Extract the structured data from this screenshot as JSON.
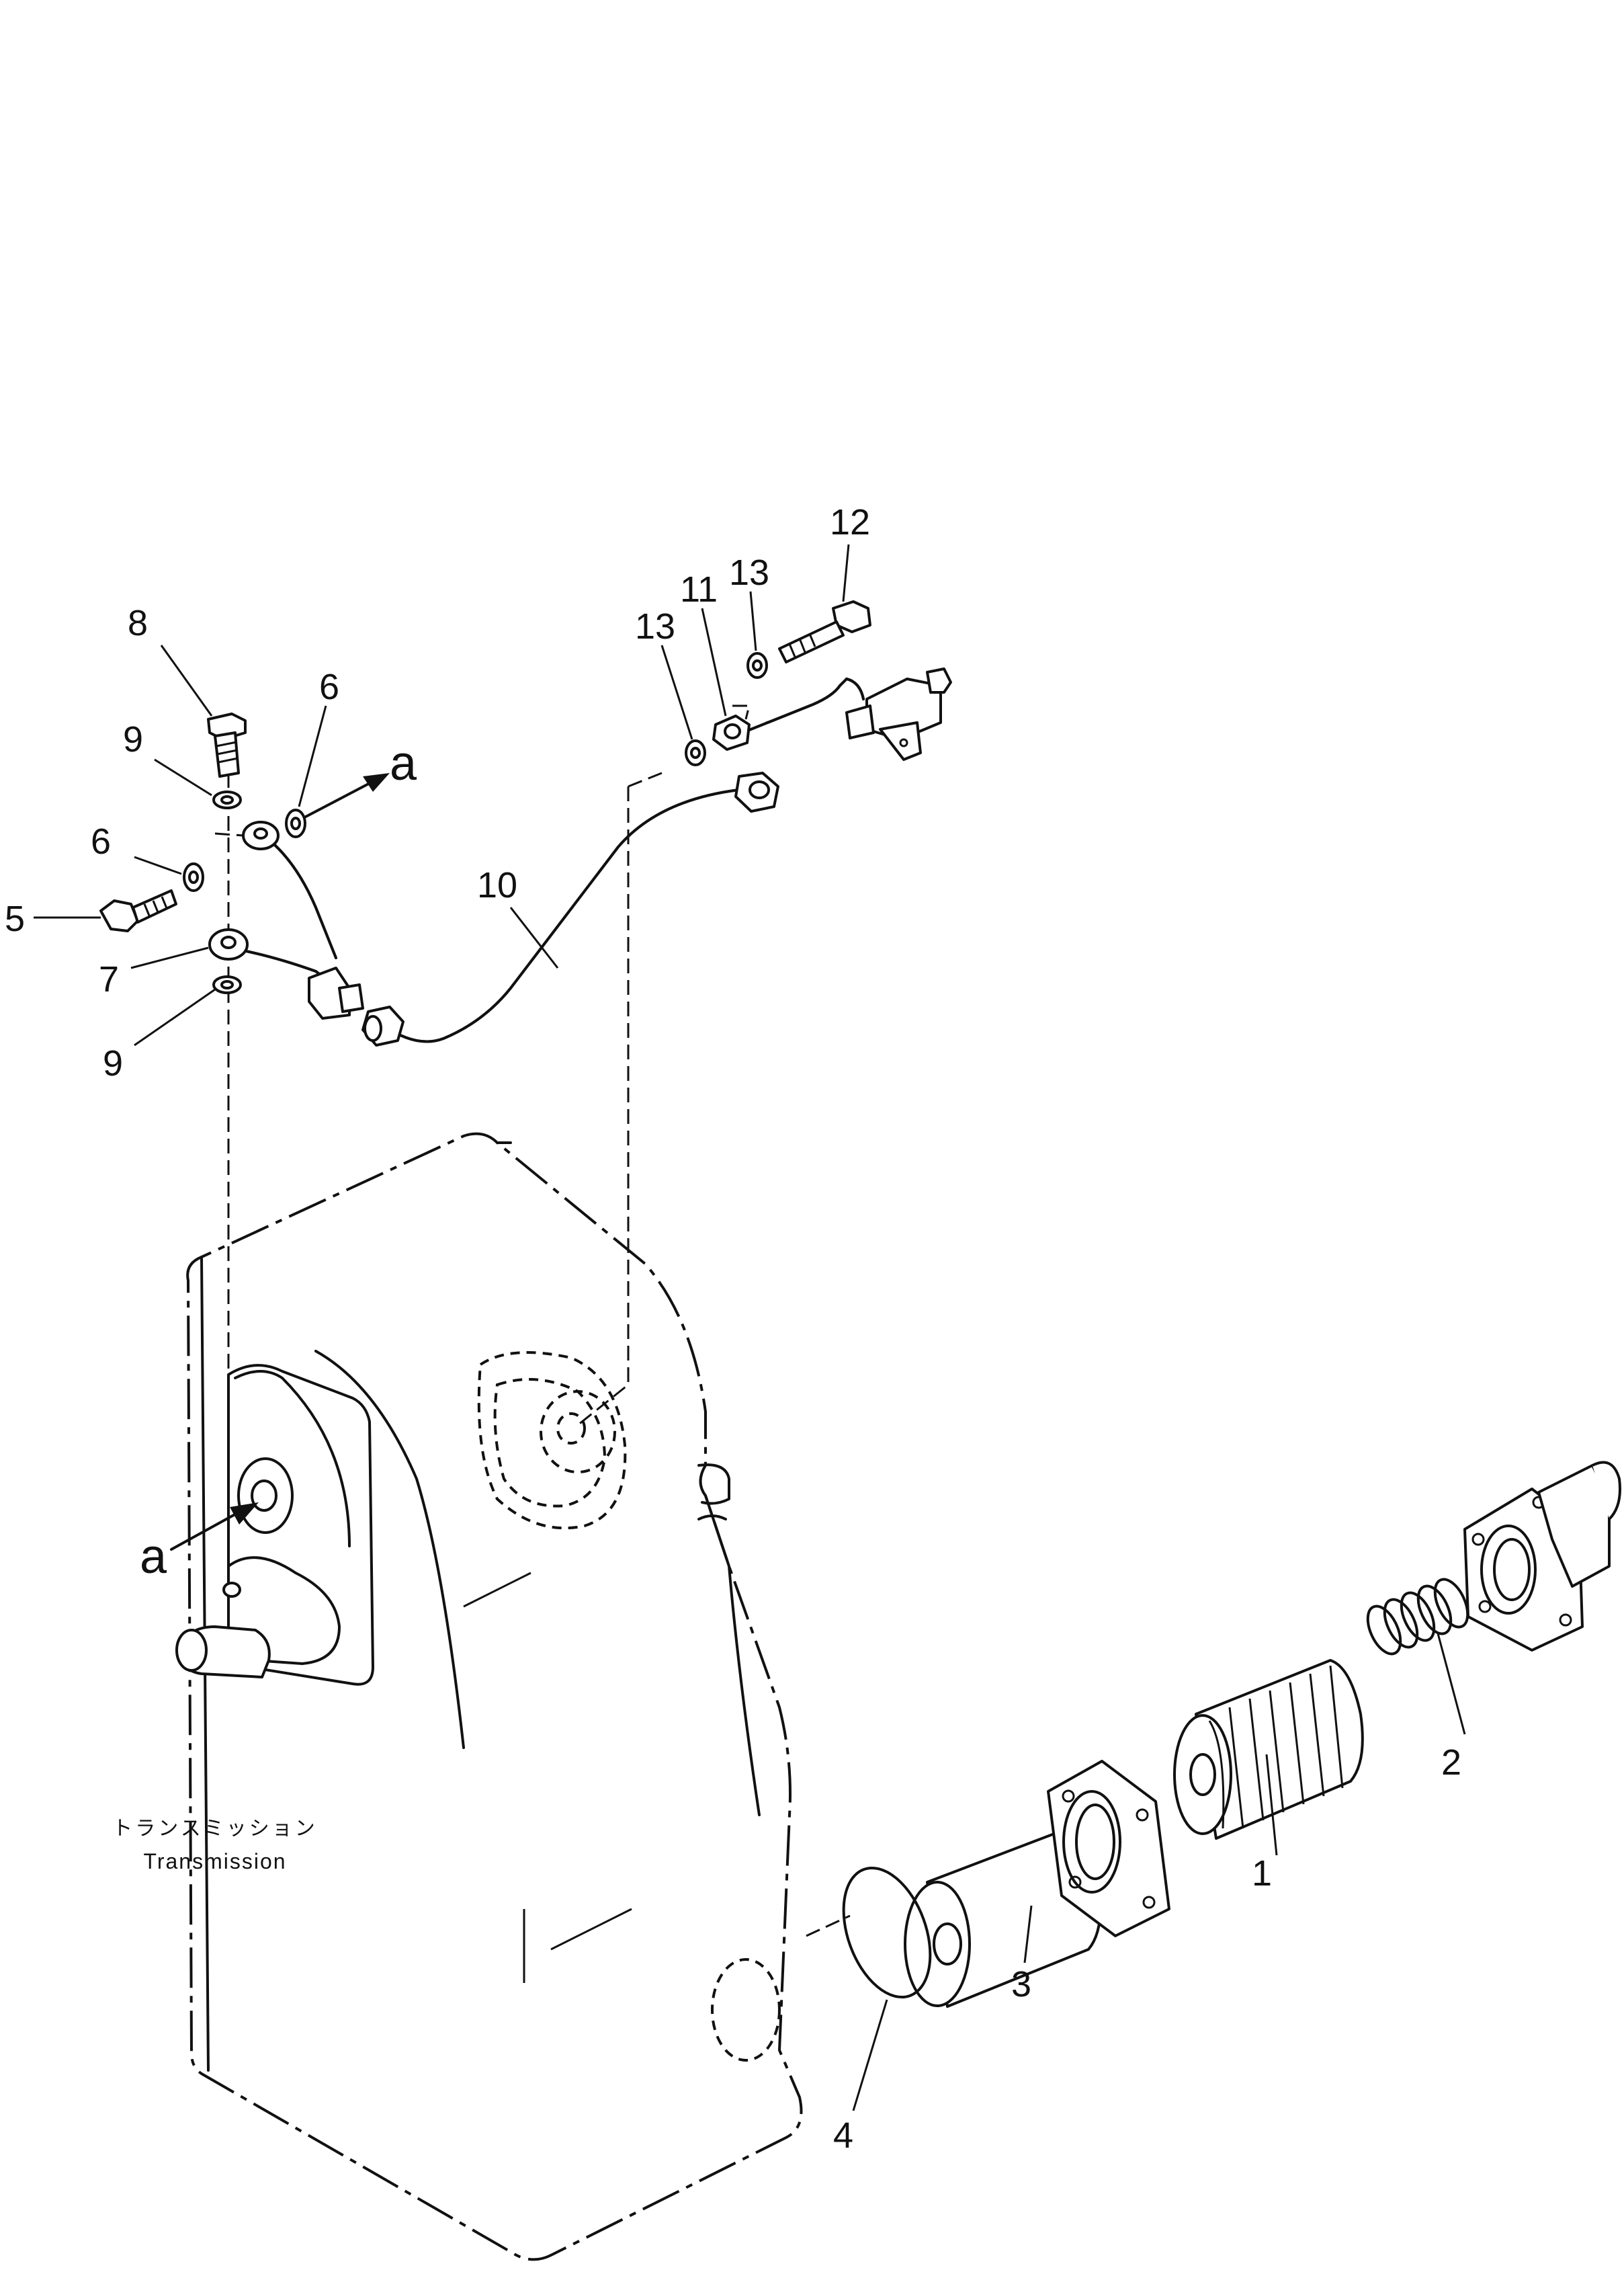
{
  "callouts": {
    "c1": "1",
    "c2": "2",
    "c3": "3",
    "c4": "4",
    "c5": "5",
    "c6a": "6",
    "c6b": "6",
    "c7": "7",
    "c8": "8",
    "c9a": "9",
    "c9b": "9",
    "c10": "10",
    "c11": "11",
    "c12": "12",
    "c13a": "13",
    "c13b": "13"
  },
  "arrow_labels": {
    "a_top": "a",
    "a_bottom": "a"
  },
  "caption": {
    "japanese": "トランスミッション",
    "english": "Transmission"
  }
}
